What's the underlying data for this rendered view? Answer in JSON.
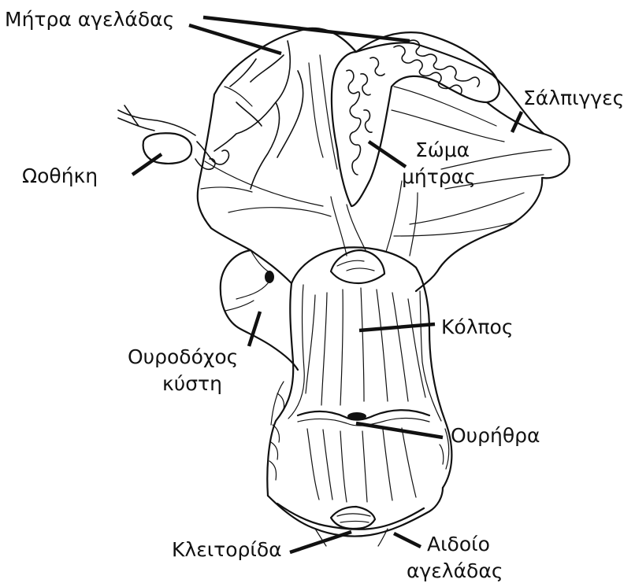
{
  "diagram": {
    "labels": {
      "uterus_cow": "Μήτρα αγελάδας",
      "fallopian_tubes": "Σάλπιγγες",
      "ovary": "Ωοθήκη",
      "uterine_body_line1": "Σώμα",
      "uterine_body_line2": "μήτρας",
      "vagina": "Κόλπος",
      "bladder_line1": "Ουροδόχος",
      "bladder_line2": "κύστη",
      "urethra": "Ουρήθρα",
      "clitoris": "Κλειτορίδα",
      "vulva_line1": "Αιδοίο",
      "vulva_line2": "αγελάδας"
    },
    "colors": {
      "ink": "#111111",
      "background": "#ffffff"
    }
  }
}
